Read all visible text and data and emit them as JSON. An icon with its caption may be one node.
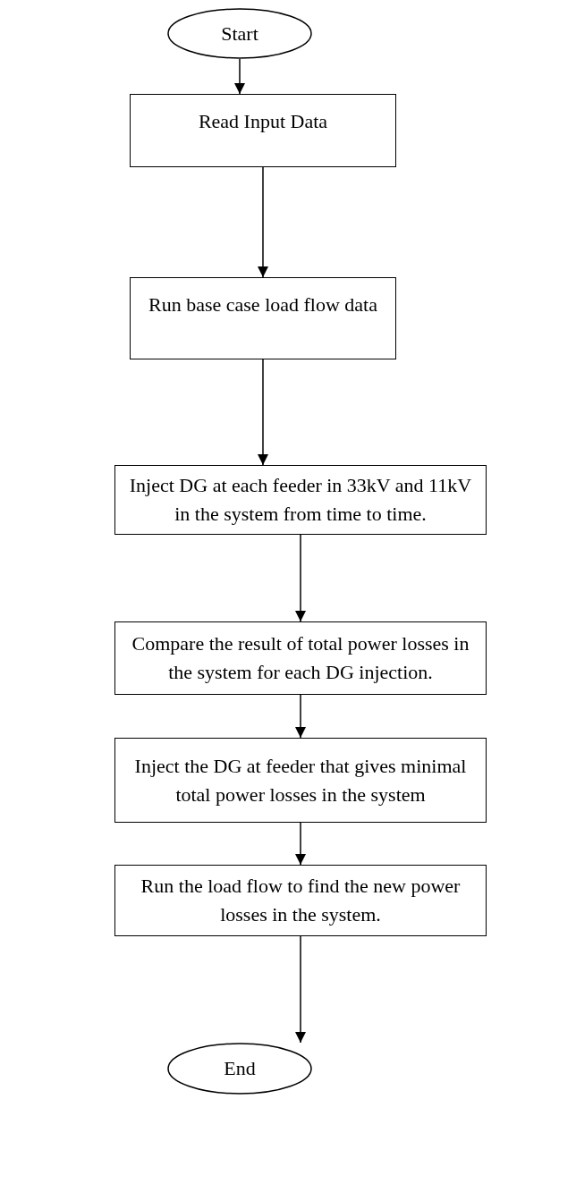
{
  "diagram": {
    "nodes": [
      {
        "text": [
          "Start"
        ]
      },
      {
        "text": [
          "Read Input Data"
        ]
      },
      {
        "text": [
          "Run base case load flow data"
        ]
      },
      {
        "text": [
          "Inject DG at each feeder in 33kV and 11kV in the system from time to time."
        ]
      },
      {
        "text": [
          "Compare the result of total power losses in the system for each DG injection."
        ]
      },
      {
        "text": [
          "Inject the DG at feeder that gives minimal total power losses in the system"
        ]
      },
      {
        "text": [
          "Run the load flow to find the new power losses in the system."
        ]
      },
      {
        "text": [
          "End"
        ]
      }
    ],
    "edges": [
      {
        "from": 0,
        "to": 1,
        "arrow": "to"
      },
      {
        "from": 1,
        "to": 2,
        "arrow": "to"
      },
      {
        "from": 2,
        "to": 3,
        "arrow": "to"
      },
      {
        "from": 3,
        "to": 4,
        "arrow": "to"
      },
      {
        "from": 4,
        "to": 5,
        "arrow": "to"
      },
      {
        "from": 5,
        "to": 6,
        "arrow": "to"
      },
      {
        "from": 6,
        "to": 7,
        "arrow": "to"
      }
    ]
  }
}
